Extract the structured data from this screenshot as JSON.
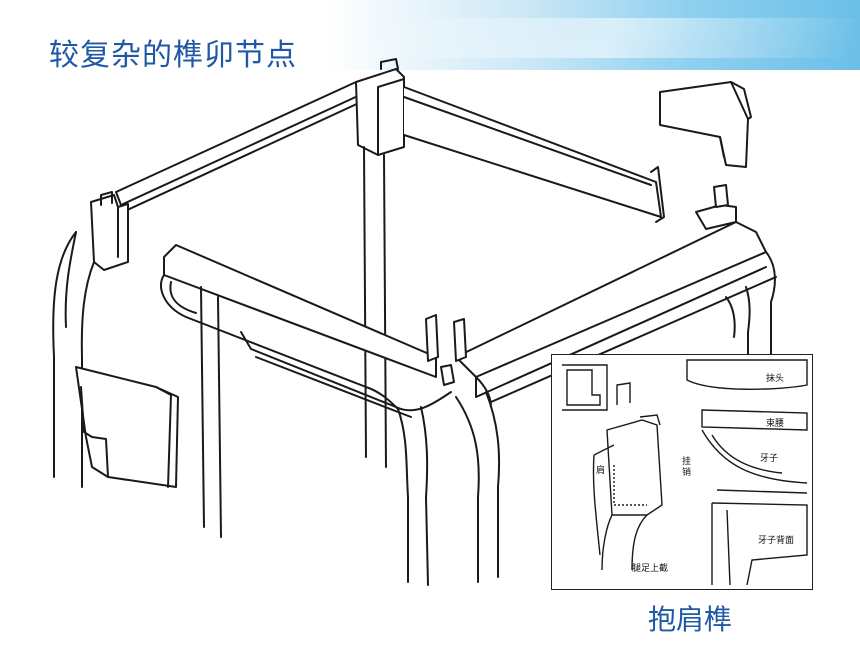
{
  "slide": {
    "title": "较复杂的榫卯节点",
    "caption": "抱肩榫"
  },
  "inset": {
    "labels": {
      "mo_tou": "抹头",
      "shu_yao": "束腰",
      "ya_zi": "牙子",
      "ya_zi_bei_mian": "牙子背面",
      "gua_xiao": "挂销",
      "jian": "肩",
      "tui_zu_shang_jie": "腿足上截"
    }
  },
  "colors": {
    "title": "#1f58a6",
    "banner_light": "#cfe9f7",
    "banner_dark": "#6bbfe8",
    "line": "#1a1a1a"
  }
}
